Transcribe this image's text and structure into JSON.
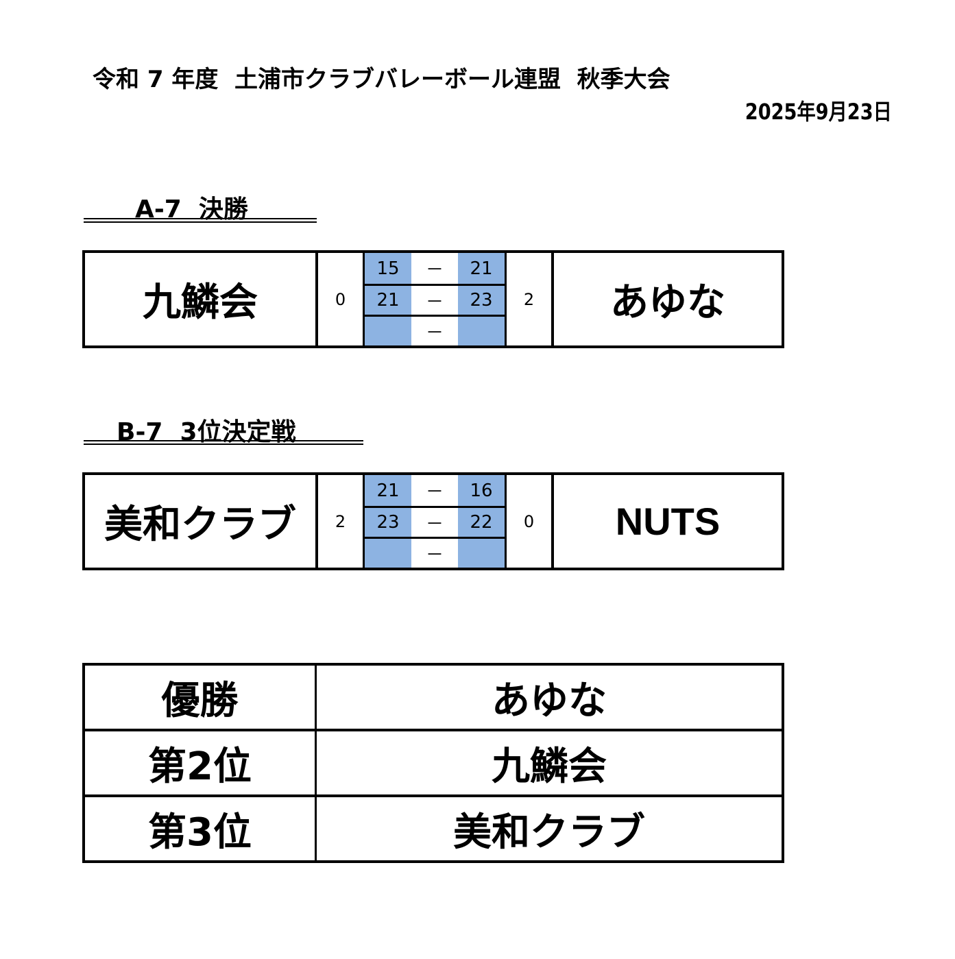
{
  "header": {
    "title": "令和 7 年度  土浦市クラブバレーボール連盟  秋季大会",
    "date": "2025年9月23日"
  },
  "matches": [
    {
      "heading": "A-7  決勝",
      "team_left": "九鱗会",
      "sets_left": "0",
      "sets_right": "2",
      "team_right": "あゆな",
      "games": [
        {
          "left": "15",
          "dash": "－",
          "right": "21"
        },
        {
          "left": "21",
          "dash": "－",
          "right": "23"
        },
        {
          "left": "",
          "dash": "－",
          "right": ""
        }
      ]
    },
    {
      "heading": "B-7  3位決定戦",
      "team_left": "美和クラブ",
      "sets_left": "2",
      "sets_right": "0",
      "team_right": "NUTS",
      "games": [
        {
          "left": "21",
          "dash": "－",
          "right": "16"
        },
        {
          "left": "23",
          "dash": "－",
          "right": "22"
        },
        {
          "left": "",
          "dash": "－",
          "right": ""
        }
      ]
    }
  ],
  "ranking": [
    {
      "place": "優勝",
      "team": "あゆな"
    },
    {
      "place": "第2位",
      "team": "九鱗会"
    },
    {
      "place": "第3位",
      "team": "美和クラブ"
    }
  ],
  "colors": {
    "score_fill": "#8DB3E2"
  }
}
